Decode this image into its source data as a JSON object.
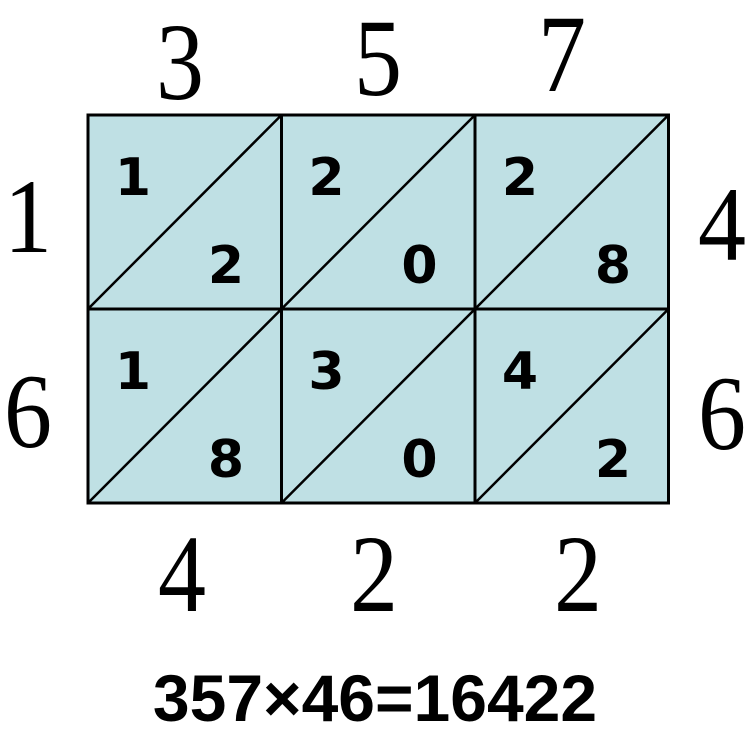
{
  "top_digits": [
    "3",
    "5",
    "7"
  ],
  "left_digits": [
    "1",
    "6"
  ],
  "right_digits": [
    "4",
    "6"
  ],
  "bottom_digits": [
    "4",
    "2",
    "2"
  ],
  "cells": [
    [
      {
        "tens": "1",
        "ones": "2"
      },
      {
        "tens": "2",
        "ones": "0"
      },
      {
        "tens": "2",
        "ones": "8"
      }
    ],
    [
      {
        "tens": "1",
        "ones": "8"
      },
      {
        "tens": "3",
        "ones": "0"
      },
      {
        "tens": "4",
        "ones": "2"
      }
    ]
  ],
  "equation": "357×46=16422",
  "colors": {
    "cell_fill": "#bfe0e4",
    "line": "#000000",
    "background": "#ffffff"
  }
}
